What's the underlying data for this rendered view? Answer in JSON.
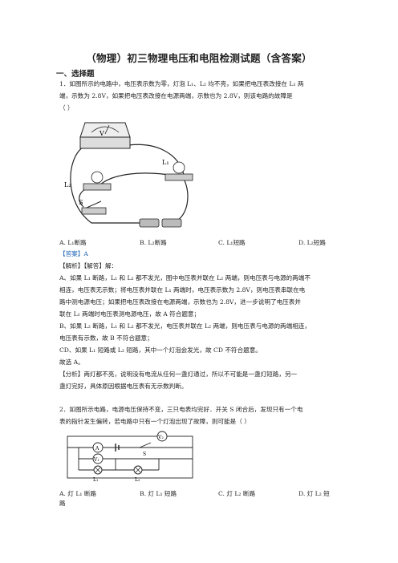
{
  "title": "（物理）初三物理电压和电阻检测试题（含答案）",
  "section": "一、选择题",
  "q1": {
    "stem_line1": "1．如图所示的电路中，电压表示数为零，灯泡 L₁、L₂ 均不亮，如果把电压表改接在 L₁ 两",
    "stem_line2": "端，示数为 2.8V，如果把电压表改接在电源两端，示数也为 2.8V，则该电路的故障是",
    "stem_line3": "（  ）",
    "figure_labels": {
      "voltmeter": "V",
      "l1": "L₁",
      "l2": "L₂",
      "switch": "S"
    },
    "options": [
      "A. L₁断路",
      "B. L₂断路",
      "C. L₁短路",
      "D. L₂短路"
    ],
    "answer": "【答案】A",
    "analysis": [
      "【解析】【解答】解：",
      "A、如果 L₁ 断路，L₁ 和 L₂ 都不发光，图中电压表并联在 L₂ 两端，则电压表与电源的两端不",
      "相连，电压表无示数；将电压表并联在 L₁ 两端时，电压表示数为 2.8V，则电压表串联在电",
      "路中测电源电压；如果把电压表改接在电源两端，示数也为 2.8V，进一步说明了电压表并",
      "联在 L₁ 两端时电压表测电源电压，故 A 符合题意；",
      "B、如果 L₂ 断路，L₁ 和 L₂ 都不发光，电压表并联在 L₂ 两端，则电压表与电源的两端相连，",
      "电压表有示数，故 B 不符合题意；",
      "CD、如果 L₁ 短路或 L₂ 短路，其中一个灯泡会发光，故 CD 不符合题意。",
      "故选 A。",
      "【分析】两灯都不亮，说明没有电流从任何一盏灯通过，所以不可能是一盏灯短路，另一",
      "盏灯完好，具体原因根据电压表有无示数判断。"
    ]
  },
  "q2": {
    "stem_line1": "2．如图所示电路，电源电压保持不变，三只电表均完好．开关 S 闭合后，发现只有一个电",
    "stem_line2": "表的指针发生偏转，若电路中只有一个灯泡出现了故障，则可能是（  ）",
    "figure_labels": {
      "v2": "V₂",
      "a": "A",
      "s": "S",
      "v1": "V₁",
      "l1": "L₁",
      "l2": "L₂"
    },
    "options": [
      "A. 灯 L₁ 断路",
      "B. 灯 L₁ 短路",
      "C. 灯 L₂ 断路",
      "D. 灯 L₂ 短"
    ],
    "option_overflow": "路"
  }
}
